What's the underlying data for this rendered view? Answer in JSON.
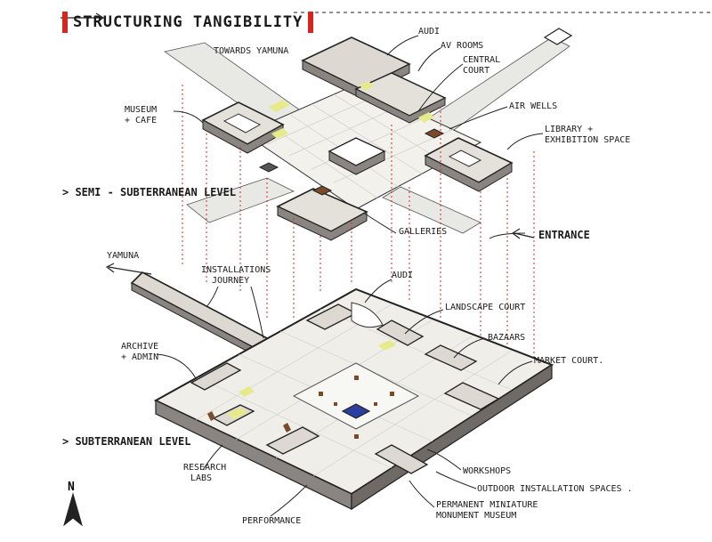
{
  "title": "STRUCTURING TANGIBILITY",
  "north": "N",
  "levels": {
    "upper": "> SEMI - SUBTERRANEAN LEVEL",
    "lower": "> SUBTERRANEAN LEVEL"
  },
  "labels_upper": {
    "audi": "AUDI",
    "towards_yamuna": "TOWARDS YAMUNA",
    "av_rooms": "AV ROOMS",
    "central_court_1": "CENTRAL",
    "central_court_2": "COURT",
    "museum_1": "MUSEUM",
    "museum_2": "+ CAFE",
    "air_wells": "AIR WELLS",
    "library_1": "LIBRARY +",
    "library_2": "EXHIBITION SPACE",
    "galleries": "GALLERIES",
    "entrance": "ENTRANCE"
  },
  "labels_lower": {
    "yamuna": "YAMUNA",
    "installations_1": "INSTALLATIONS",
    "installations_2": "JOURNEY",
    "audi": "AUDI",
    "landscape_court": "LANDSCAPE COURT",
    "bazaars": "BAZAARS",
    "archive_1": "ARCHIVE",
    "archive_2": "+ ADMIN",
    "market_court": "MARKET COURT.",
    "research_1": "RESEARCH",
    "research_2": "LABS",
    "workshops": "WORKSHOPS",
    "outdoor": "OUTDOOR INSTALLATION SPACES .",
    "permanent_1": "PERMANENT MINIATURE",
    "permanent_2": "MONUMENT MUSEUM",
    "performance": "PERFORMANCE"
  },
  "colors": {
    "ink": "#1e1e1e",
    "wall": "#8a8580",
    "floor": "#efeee9",
    "grid": "#cfcfc8",
    "red_dash": "#d7261e",
    "accent_yellow": "#e6ea8a",
    "accent_blue": "#2a3fa0",
    "accent_brown": "#7a4a2a"
  }
}
